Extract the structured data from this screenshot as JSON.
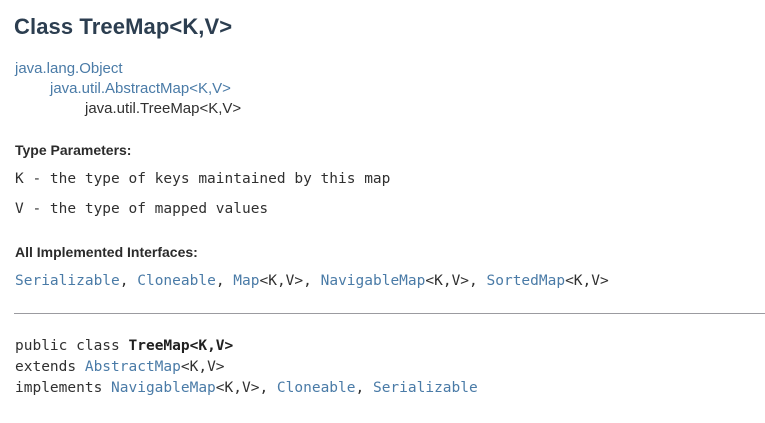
{
  "page": {
    "title": "Class TreeMap<K,V>",
    "background": "#ffffff",
    "link_color": "#4a7ba7",
    "heading_color": "#2c3e50",
    "text_color": "#303030",
    "divider_color": "#9b9ba0"
  },
  "inheritance": {
    "lines": [
      {
        "text": "java.lang.Object",
        "depth": 1,
        "is_link": true
      },
      {
        "text": "java.util.AbstractMap<K,V>",
        "depth": 2,
        "is_link": true
      },
      {
        "text": "java.util.TreeMap<K,V>",
        "depth": 3,
        "is_link": false
      }
    ],
    "line_0": "java.lang.Object",
    "line_1": "java.util.AbstractMap<K,V>",
    "line_2": "java.util.TreeMap<K,V>"
  },
  "type_parameters": {
    "heading": "Type Parameters:",
    "items": [
      {
        "name": "K",
        "separator": " - ",
        "description": "the type of keys maintained by this map"
      },
      {
        "name": "V",
        "separator": " - ",
        "description": "the type of mapped values"
      }
    ],
    "item_0_text": "K - the type of keys maintained by this map",
    "item_1_text": "V - the type of mapped values"
  },
  "implemented_interfaces": {
    "heading": "All Implemented Interfaces:",
    "items": [
      {
        "name": "Serializable",
        "generics": ""
      },
      {
        "name": "Cloneable",
        "generics": ""
      },
      {
        "name": "Map",
        "generics": "<K,V>"
      },
      {
        "name": "NavigableMap",
        "generics": "<K,V>"
      },
      {
        "name": "SortedMap",
        "generics": "<K,V>"
      }
    ],
    "separator": ", ",
    "item_0_name": "Serializable",
    "item_1_name": "Cloneable",
    "item_2_name": "Map",
    "item_2_generics": "<K,V>",
    "item_3_name": "NavigableMap",
    "item_3_generics": "<K,V>",
    "item_4_name": "SortedMap",
    "item_4_generics": "<K,V>"
  },
  "declaration": {
    "modifiers": "public class ",
    "class_name": "TreeMap<K,V>",
    "extends_keyword": "extends ",
    "extends_type_name": "AbstractMap",
    "extends_type_generics": "<K,V>",
    "implements_keyword": "implements ",
    "implements_0_name": "NavigableMap",
    "implements_0_generics": "<K,V>",
    "implements_sep_0": ", ",
    "implements_1_name": "Cloneable",
    "implements_sep_1": ", ",
    "implements_2_name": "Serializable"
  }
}
